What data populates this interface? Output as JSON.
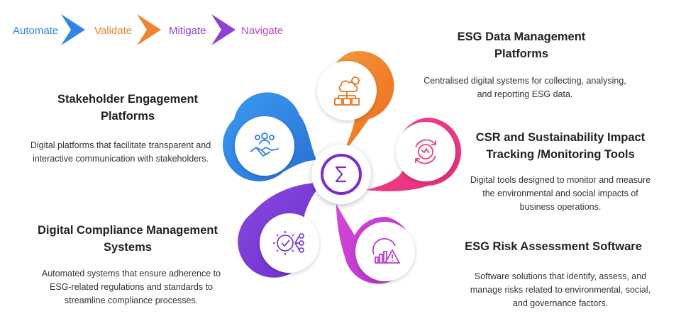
{
  "header": {
    "flow": [
      {
        "label": "Automate",
        "color": "#2f86e6"
      },
      {
        "label": "Validate",
        "color": "#f08232"
      },
      {
        "label": "Mitigate",
        "color": "#8f3fd6"
      },
      {
        "label": "Navigate",
        "color": "#c23fd8"
      }
    ]
  },
  "hub": {
    "icon": "sigma-icon",
    "color": "#7b2cc9"
  },
  "items": [
    {
      "title": "ESG Data Management\nPlatforms",
      "description": "Centralised digital systems for collecting, analysing,\nand reporting ESG data.",
      "icon": "cloud-network-icon",
      "color": "#f07a22"
    },
    {
      "title": "CSR and Sustainability Impact\nTracking /Monitoring Tools",
      "description": "Digital tools designed to monitor and measure\nthe environmental and social impacts of\nbusiness operations.",
      "icon": "eco-cycle-icon",
      "color": "#ec3f8f"
    },
    {
      "title": "ESG Risk Assessment Software",
      "description": "Software solutions that identify, assess, and\nmanage risks related to environmental, social,\nand governance factors.",
      "icon": "risk-warning-icon",
      "color": "#c03fd6"
    },
    {
      "title": "Digital Compliance Management\nSystems",
      "description": "Automated systems that ensure adherence to\nESG-related regulations and standards to\nstreamline compliance processes.",
      "icon": "compliance-gear-icon",
      "color": "#7e3fd8"
    },
    {
      "title": "Stakeholder Engagement\nPlatforms",
      "description": "Digital platforms that facilitate transparent and\ninteractive communication with stakeholders.",
      "icon": "handshake-people-icon",
      "color": "#2f7fe0"
    }
  ]
}
